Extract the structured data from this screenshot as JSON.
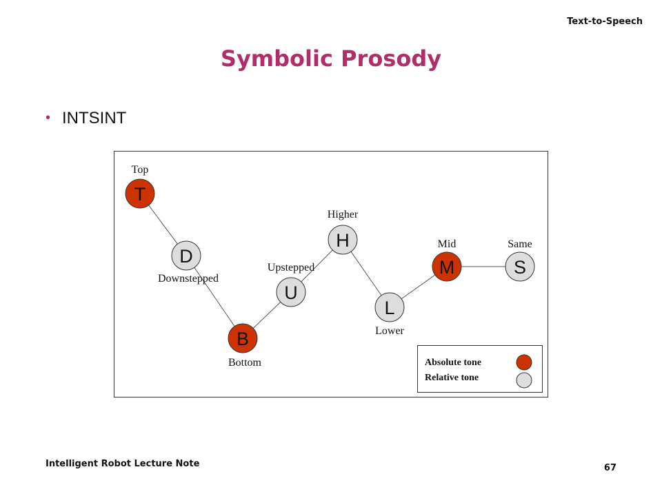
{
  "header": {
    "section": "Text-to-Speech"
  },
  "slide": {
    "title": "Symbolic Prosody",
    "bullets": [
      "INTSINT"
    ]
  },
  "diagram": {
    "colors": {
      "absolute": "#cc3300",
      "relative": "#dddddd",
      "border": "#333333"
    },
    "nodes": [
      {
        "letter": "T",
        "label": "Top",
        "kind": "absolute"
      },
      {
        "letter": "D",
        "label": "Downstepped",
        "kind": "relative"
      },
      {
        "letter": "B",
        "label": "Bottom",
        "kind": "absolute"
      },
      {
        "letter": "U",
        "label": "Upstepped",
        "kind": "relative"
      },
      {
        "letter": "H",
        "label": "Higher",
        "kind": "relative"
      },
      {
        "letter": "L",
        "label": "Lower",
        "kind": "relative"
      },
      {
        "letter": "M",
        "label": "Mid",
        "kind": "absolute"
      },
      {
        "letter": "S",
        "label": "Same",
        "kind": "relative"
      }
    ],
    "legend": {
      "absolute_label": "Absolute tone",
      "relative_label": "Relative tone"
    }
  },
  "footer": {
    "course": "Intelligent Robot Lecture Note",
    "page": "67"
  }
}
